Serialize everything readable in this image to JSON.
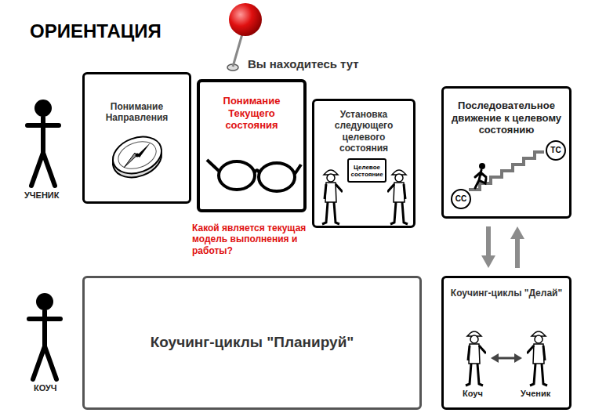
{
  "diagram": {
    "title": "ОРИЕНТАЦИЯ",
    "nodes": [
      {
        "text": [
          "Понимание Направления"
        ]
      },
      {
        "text": [
          "Понимание Текущего состояния"
        ]
      },
      {
        "text": [
          "Установка следующего целевого состояния"
        ]
      },
      {
        "text": [
          "Целевое состояние"
        ],
        "in": 2
      },
      {
        "text": [
          "Последовательное движение к целевому состоянию"
        ]
      },
      {
        "text": [
          "СС"
        ],
        "in": 4
      },
      {
        "text": [
          "ТС"
        ],
        "in": 4
      },
      {
        "text": [
          "Коучинг-циклы \"Планируй\""
        ]
      },
      {
        "text": [
          "Коучинг-циклы \"Делай\""
        ]
      }
    ],
    "edges": [
      {
        "from": 4,
        "to": 8,
        "arrow": "to"
      },
      {
        "from": 8,
        "to": 4,
        "arrow": "to"
      }
    ],
    "labels": [
      "Вы находитесь тут",
      "Какой является текущая модель выполнения и работы?",
      "УЧЕНИК",
      "КОУЧ",
      "Коуч",
      "Ученик"
    ]
  }
}
